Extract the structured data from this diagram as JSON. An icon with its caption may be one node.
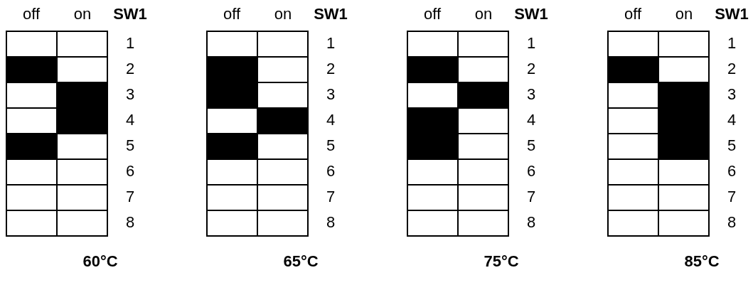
{
  "diagram": {
    "nodes": [
      {
        "text": [],
        "shape": "box"
      },
      {
        "text": [],
        "shape": "box"
      },
      {
        "text": [],
        "shape": "bar"
      },
      {
        "text": [],
        "shape": "box"
      },
      {
        "text": [],
        "shape": "box"
      },
      {
        "text": [],
        "shape": "bar"
      },
      {
        "text": [],
        "shape": "box"
      },
      {
        "text": [],
        "shape": "bar"
      },
      {
        "text": [],
        "shape": "bar"
      },
      {
        "text": [],
        "shape": "box"
      },
      {
        "text": [],
        "shape": "box"
      },
      {
        "text": [],
        "shape": "box"
      },
      {
        "text": [],
        "shape": "box"
      },
      {
        "text": [],
        "shape": "box"
      },
      {
        "text": [],
        "shape": "box"
      },
      {
        "text": [],
        "shape": "box"
      },
      {
        "text": [],
        "shape": "box"
      },
      {
        "text": [],
        "shape": "box"
      },
      {
        "text": [],
        "shape": "bar"
      },
      {
        "text": [],
        "shape": "box"
      },
      {
        "text": [],
        "shape": "bar"
      },
      {
        "text": [],
        "shape": "box"
      },
      {
        "text": [],
        "shape": "box"
      },
      {
        "text": [],
        "shape": "bar"
      },
      {
        "text": [],
        "shape": "bar"
      },
      {
        "text": [],
        "shape": "box"
      },
      {
        "text": [],
        "shape": "box"
      },
      {
        "text": [],
        "shape": "box"
      },
      {
        "text": [],
        "shape": "box"
      },
      {
        "text": [],
        "shape": "box"
      },
      {
        "text": [],
        "shape": "box"
      },
      {
        "text": [],
        "shape": "box"
      },
      {
        "text": [],
        "shape": "box"
      },
      {
        "text": [],
        "shape": "box"
      },
      {
        "text": [],
        "shape": "bar"
      },
      {
        "text": [],
        "shape": "box"
      },
      {
        "text": [],
        "shape": "box"
      },
      {
        "text": [],
        "shape": "bar"
      },
      {
        "text": [],
        "shape": "bar"
      },
      {
        "text": [],
        "shape": "box"
      },
      {
        "text": [],
        "shape": "bar"
      },
      {
        "text": [],
        "shape": "box"
      },
      {
        "text": [],
        "shape": "box"
      },
      {
        "text": [],
        "shape": "box"
      },
      {
        "text": [],
        "shape": "box"
      },
      {
        "text": [],
        "shape": "box"
      },
      {
        "text": [],
        "shape": "box"
      },
      {
        "text": [],
        "shape": "box"
      },
      {
        "text": [],
        "shape": "box"
      },
      {
        "text": [],
        "shape": "box"
      },
      {
        "text": [],
        "shape": "bar"
      },
      {
        "text": [],
        "shape": "box"
      },
      {
        "text": [],
        "shape": "box"
      },
      {
        "text": [],
        "shape": "bar"
      },
      {
        "text": [],
        "shape": "box"
      },
      {
        "text": [],
        "shape": "bar"
      },
      {
        "text": [],
        "shape": "box"
      },
      {
        "text": [],
        "shape": "bar"
      },
      {
        "text": [],
        "shape": "box"
      },
      {
        "text": [],
        "shape": "box"
      },
      {
        "text": [],
        "shape": "box"
      },
      {
        "text": [],
        "shape": "box"
      },
      {
        "text": [],
        "shape": "box"
      },
      {
        "text": [],
        "shape": "box"
      }
    ],
    "labels": [
      "off",
      "on",
      "SW1",
      "1",
      "2",
      "3",
      "4",
      "5",
      "6",
      "7",
      "8",
      "60°C",
      "off",
      "on",
      "SW1",
      "1",
      "2",
      "3",
      "4",
      "5",
      "6",
      "7",
      "8",
      "65°C",
      "off",
      "on",
      "SW1",
      "1",
      "2",
      "3",
      "4",
      "5",
      "6",
      "7",
      "8",
      "75°C",
      "off",
      "on",
      "SW1",
      "1",
      "2",
      "3",
      "4",
      "5",
      "6",
      "7",
      "8",
      "85°C"
    ]
  }
}
